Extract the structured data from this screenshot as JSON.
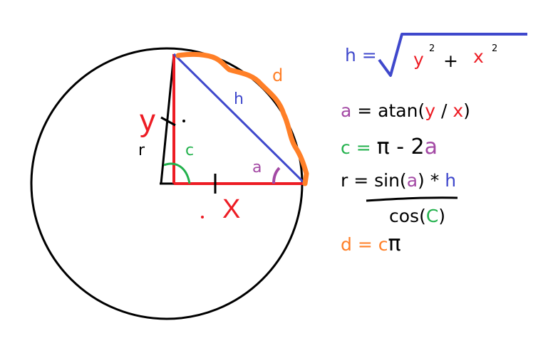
{
  "colors": {
    "black": "#000000",
    "red": "#ed1c24",
    "blue": "#3f48cc",
    "orange": "#ff7f27",
    "green": "#22b14c",
    "purple": "#a349a4"
  },
  "diagram": {
    "labels": {
      "y": "y",
      "x": "X",
      "r": "r",
      "c": "c",
      "h": "h",
      "a": "a",
      "d": "d"
    }
  },
  "equations": {
    "h": {
      "lhs": "h =",
      "y": "y",
      "y_exp": "2",
      "plus": "+",
      "x": "x",
      "x_exp": "2"
    },
    "a": {
      "lhs": "a",
      "eq": " = atan(",
      "y": "y",
      "slash": " / ",
      "x": "x",
      "close": ")"
    },
    "c": {
      "lhs": "c",
      "eq": " = ",
      "pi": "π - 2",
      "a": "a"
    },
    "r": {
      "lhs": "r = sin(",
      "a": "a",
      "mid": ") * ",
      "h": "h",
      "den_open": "cos(",
      "den_c": "C",
      "den_close": ")"
    },
    "d": {
      "lhs": "d",
      "eq": " = ",
      "c": "c",
      "pi": "π"
    }
  }
}
